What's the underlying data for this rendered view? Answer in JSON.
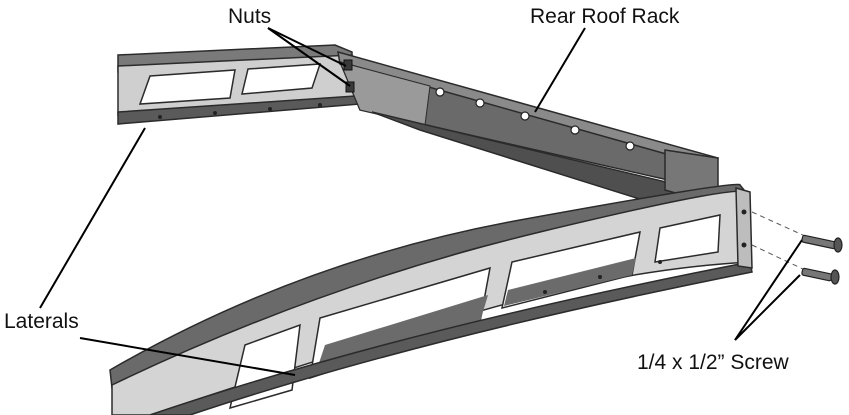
{
  "labels": {
    "nuts": "Nuts",
    "rear_roof_rack": "Rear Roof Rack",
    "laterals": "Laterals",
    "screw": "1/4 x 1/2” Screw"
  },
  "colors": {
    "metal_dark": "#5f5f5f",
    "metal_mid": "#8a8a8a",
    "metal_light": "#c9c9c9",
    "edge": "#2b2b2b",
    "panel": "#f2f2f2"
  }
}
